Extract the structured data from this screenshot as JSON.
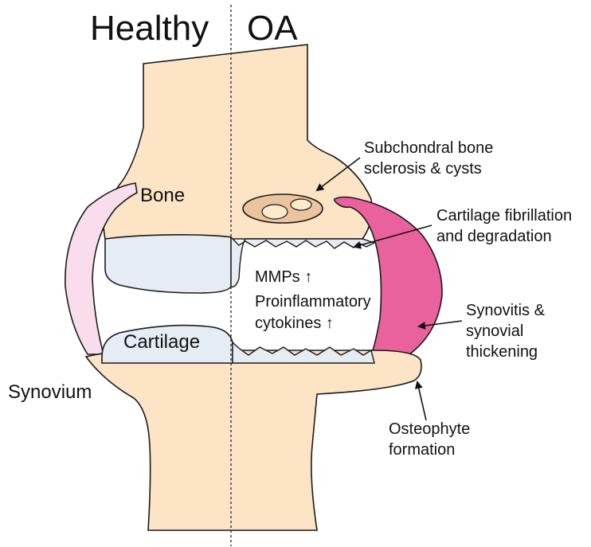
{
  "headers": {
    "healthy": "Healthy",
    "oa": "OA"
  },
  "labels": {
    "bone": "Bone",
    "cartilage": "Cartilage",
    "synovium": "Synovium",
    "mmps": "MMPs ↑",
    "proinflammatory": "Proinflammatory",
    "cytokines": "cytokines ↑",
    "subchondral_line1": "Subchondral bone",
    "subchondral_line2": "sclerosis & cysts",
    "fibrillation_line1": "Cartilage fibrillation",
    "fibrillation_line2": "and degradation",
    "synovitis_line1": "Synovitis &",
    "synovitis_line2": "synovial",
    "synovitis_line3": "thickening",
    "osteophyte_line1": "Osteophyte",
    "osteophyte_line2": "formation"
  },
  "colors": {
    "bone_fill": "#FCE4C4",
    "cartilage_fill": "#E6ECF4",
    "synovium_healthy": "#F9DDEC",
    "synovium_oa": "#E9629E",
    "sclerosis_fill": "#EBC39C",
    "cyst_fill": "#FCEBCB",
    "outline": "#1A1A1A"
  }
}
